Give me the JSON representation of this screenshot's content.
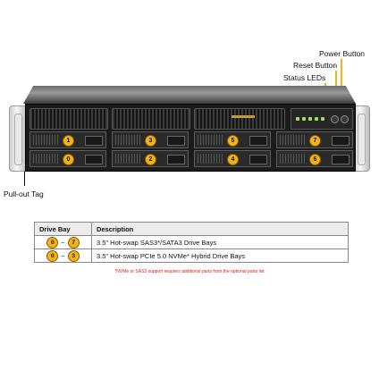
{
  "callouts": {
    "power_button": "Power Button",
    "reset_button": "Reset Button",
    "status_leds": "Status LEDs",
    "pull_out_tag": "Pull-out Tag"
  },
  "bays": {
    "top_row": [
      "1",
      "3",
      "5",
      "7"
    ],
    "bottom_row": [
      "0",
      "2",
      "4",
      "6"
    ]
  },
  "table": {
    "headers": [
      "Drive Bay",
      "Description"
    ],
    "rows": [
      {
        "from": "0",
        "to": "7",
        "separator": "~",
        "description": "3.5\" Hot-swap SAS3*/SATA3 Drive  Bays"
      },
      {
        "from": "0",
        "to": "3",
        "separator": "~",
        "description": "3.5\" Hot-swap PCIe 5.0 NVMe* Hybrid Drive  Bays"
      }
    ]
  },
  "footnote": "*NVMe or SAS3 support requires additional parts from the optional parts list",
  "colors": {
    "badge": "#f2b21a",
    "footnote": "#d41f1f",
    "chassis": "#1b1b1b"
  }
}
